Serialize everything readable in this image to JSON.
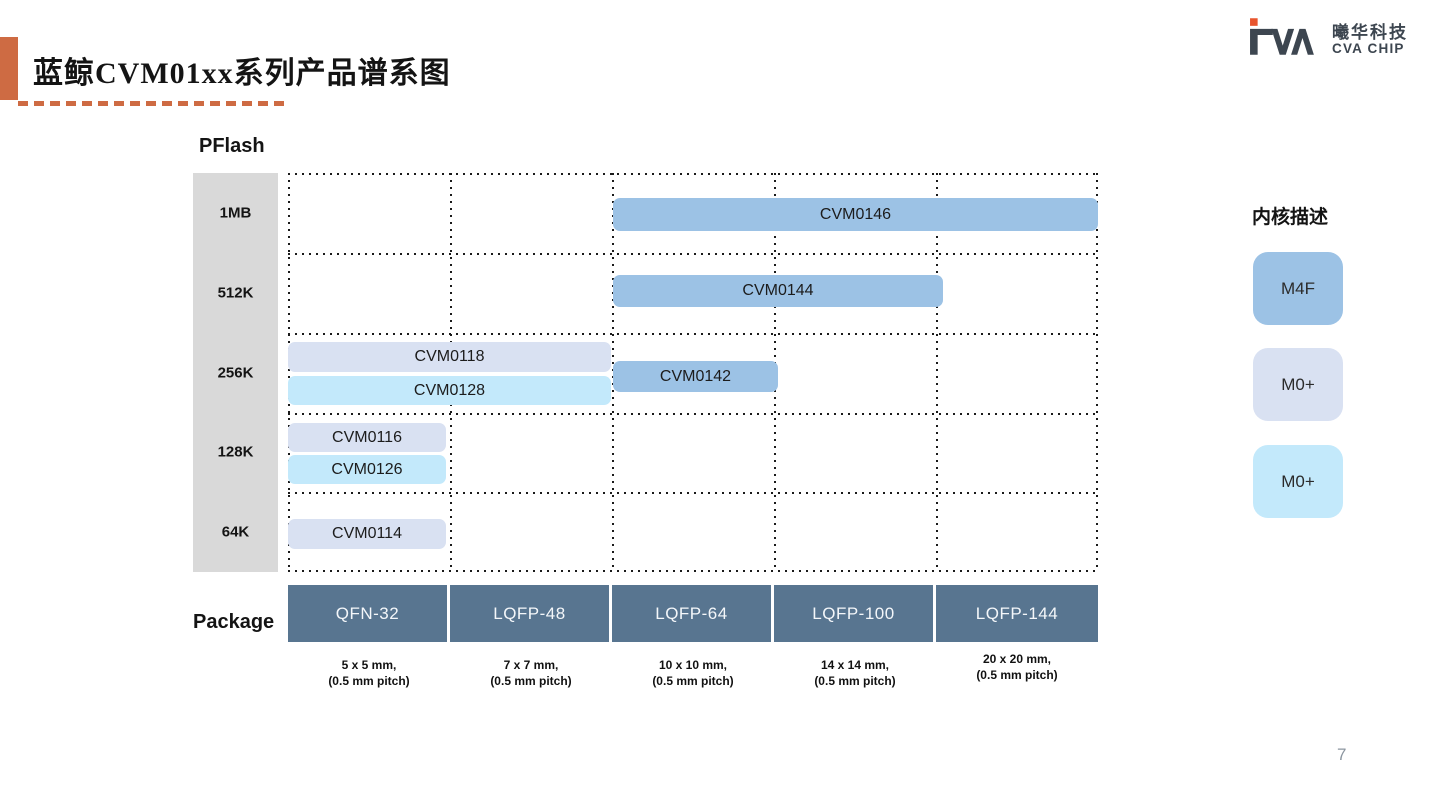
{
  "slide": {
    "title": "蓝鲸CVM01xx系列产品谱系图",
    "page_number": "7"
  },
  "logo": {
    "company_cn": "曦华科技",
    "company_en": "CVA CHIP"
  },
  "chart": {
    "y_axis_title": "PFlash",
    "x_axis_title": "Package",
    "flash_rows": [
      "1MB",
      "512K",
      "256K",
      "128K",
      "64K"
    ],
    "packages": [
      {
        "name": "QFN-32",
        "size": "5 x 5 mm,",
        "pitch": "(0.5 mm pitch)"
      },
      {
        "name": "LQFP-48",
        "size": "7 x 7 mm,",
        "pitch": "(0.5 mm pitch)"
      },
      {
        "name": "LQFP-64",
        "size": "10 x 10 mm,",
        "pitch": "(0.5 mm pitch)"
      },
      {
        "name": "LQFP-100",
        "size": "14 x 14 mm,",
        "pitch": "(0.5 mm pitch)"
      },
      {
        "name": "LQFP-144",
        "size": "20 x 20 mm,",
        "pitch": "(0.5 mm pitch)"
      }
    ],
    "products": [
      {
        "name": "CVM0146",
        "core": "M4F",
        "color": "#9CC2E5",
        "pflash": "1MB",
        "packages": "LQFP-64 ~ LQFP-144"
      },
      {
        "name": "CVM0144",
        "core": "M4F",
        "color": "#9CC2E5",
        "pflash": "512K",
        "packages": "LQFP-64 ~ LQFP-100"
      },
      {
        "name": "CVM0118",
        "core": "M0+",
        "color": "#D9E1F2",
        "pflash": "256K",
        "packages": "QFN-32 ~ LQFP-48"
      },
      {
        "name": "CVM0128",
        "core": "M0+",
        "color": "#C3E9FB",
        "pflash": "256K",
        "packages": "QFN-32 ~ LQFP-48"
      },
      {
        "name": "CVM0142",
        "core": "M4F",
        "color": "#9CC2E5",
        "pflash": "256K",
        "packages": "LQFP-64"
      },
      {
        "name": "CVM0116",
        "core": "M0+",
        "color": "#D9E1F2",
        "pflash": "128K",
        "packages": "QFN-32"
      },
      {
        "name": "CVM0126",
        "core": "M0+",
        "color": "#C3E9FB",
        "pflash": "128K",
        "packages": "QFN-32"
      },
      {
        "name": "CVM0114",
        "core": "M0+",
        "color": "#D9E1F2",
        "pflash": "64K",
        "packages": "QFN-32"
      }
    ]
  },
  "legend": {
    "title": "内核描述",
    "items": [
      {
        "label": "M4F",
        "color": "#9CC2E5"
      },
      {
        "label": "M0+",
        "color": "#D9E1F2"
      },
      {
        "label": "M0+",
        "color": "#C3E9FB"
      }
    ]
  },
  "colors": {
    "accent": "#CE6B43",
    "logo_orange": "#E8552E",
    "logo_gray": "#3D4650",
    "package_box": "#587590",
    "flash_column": "#D9D9D9"
  }
}
